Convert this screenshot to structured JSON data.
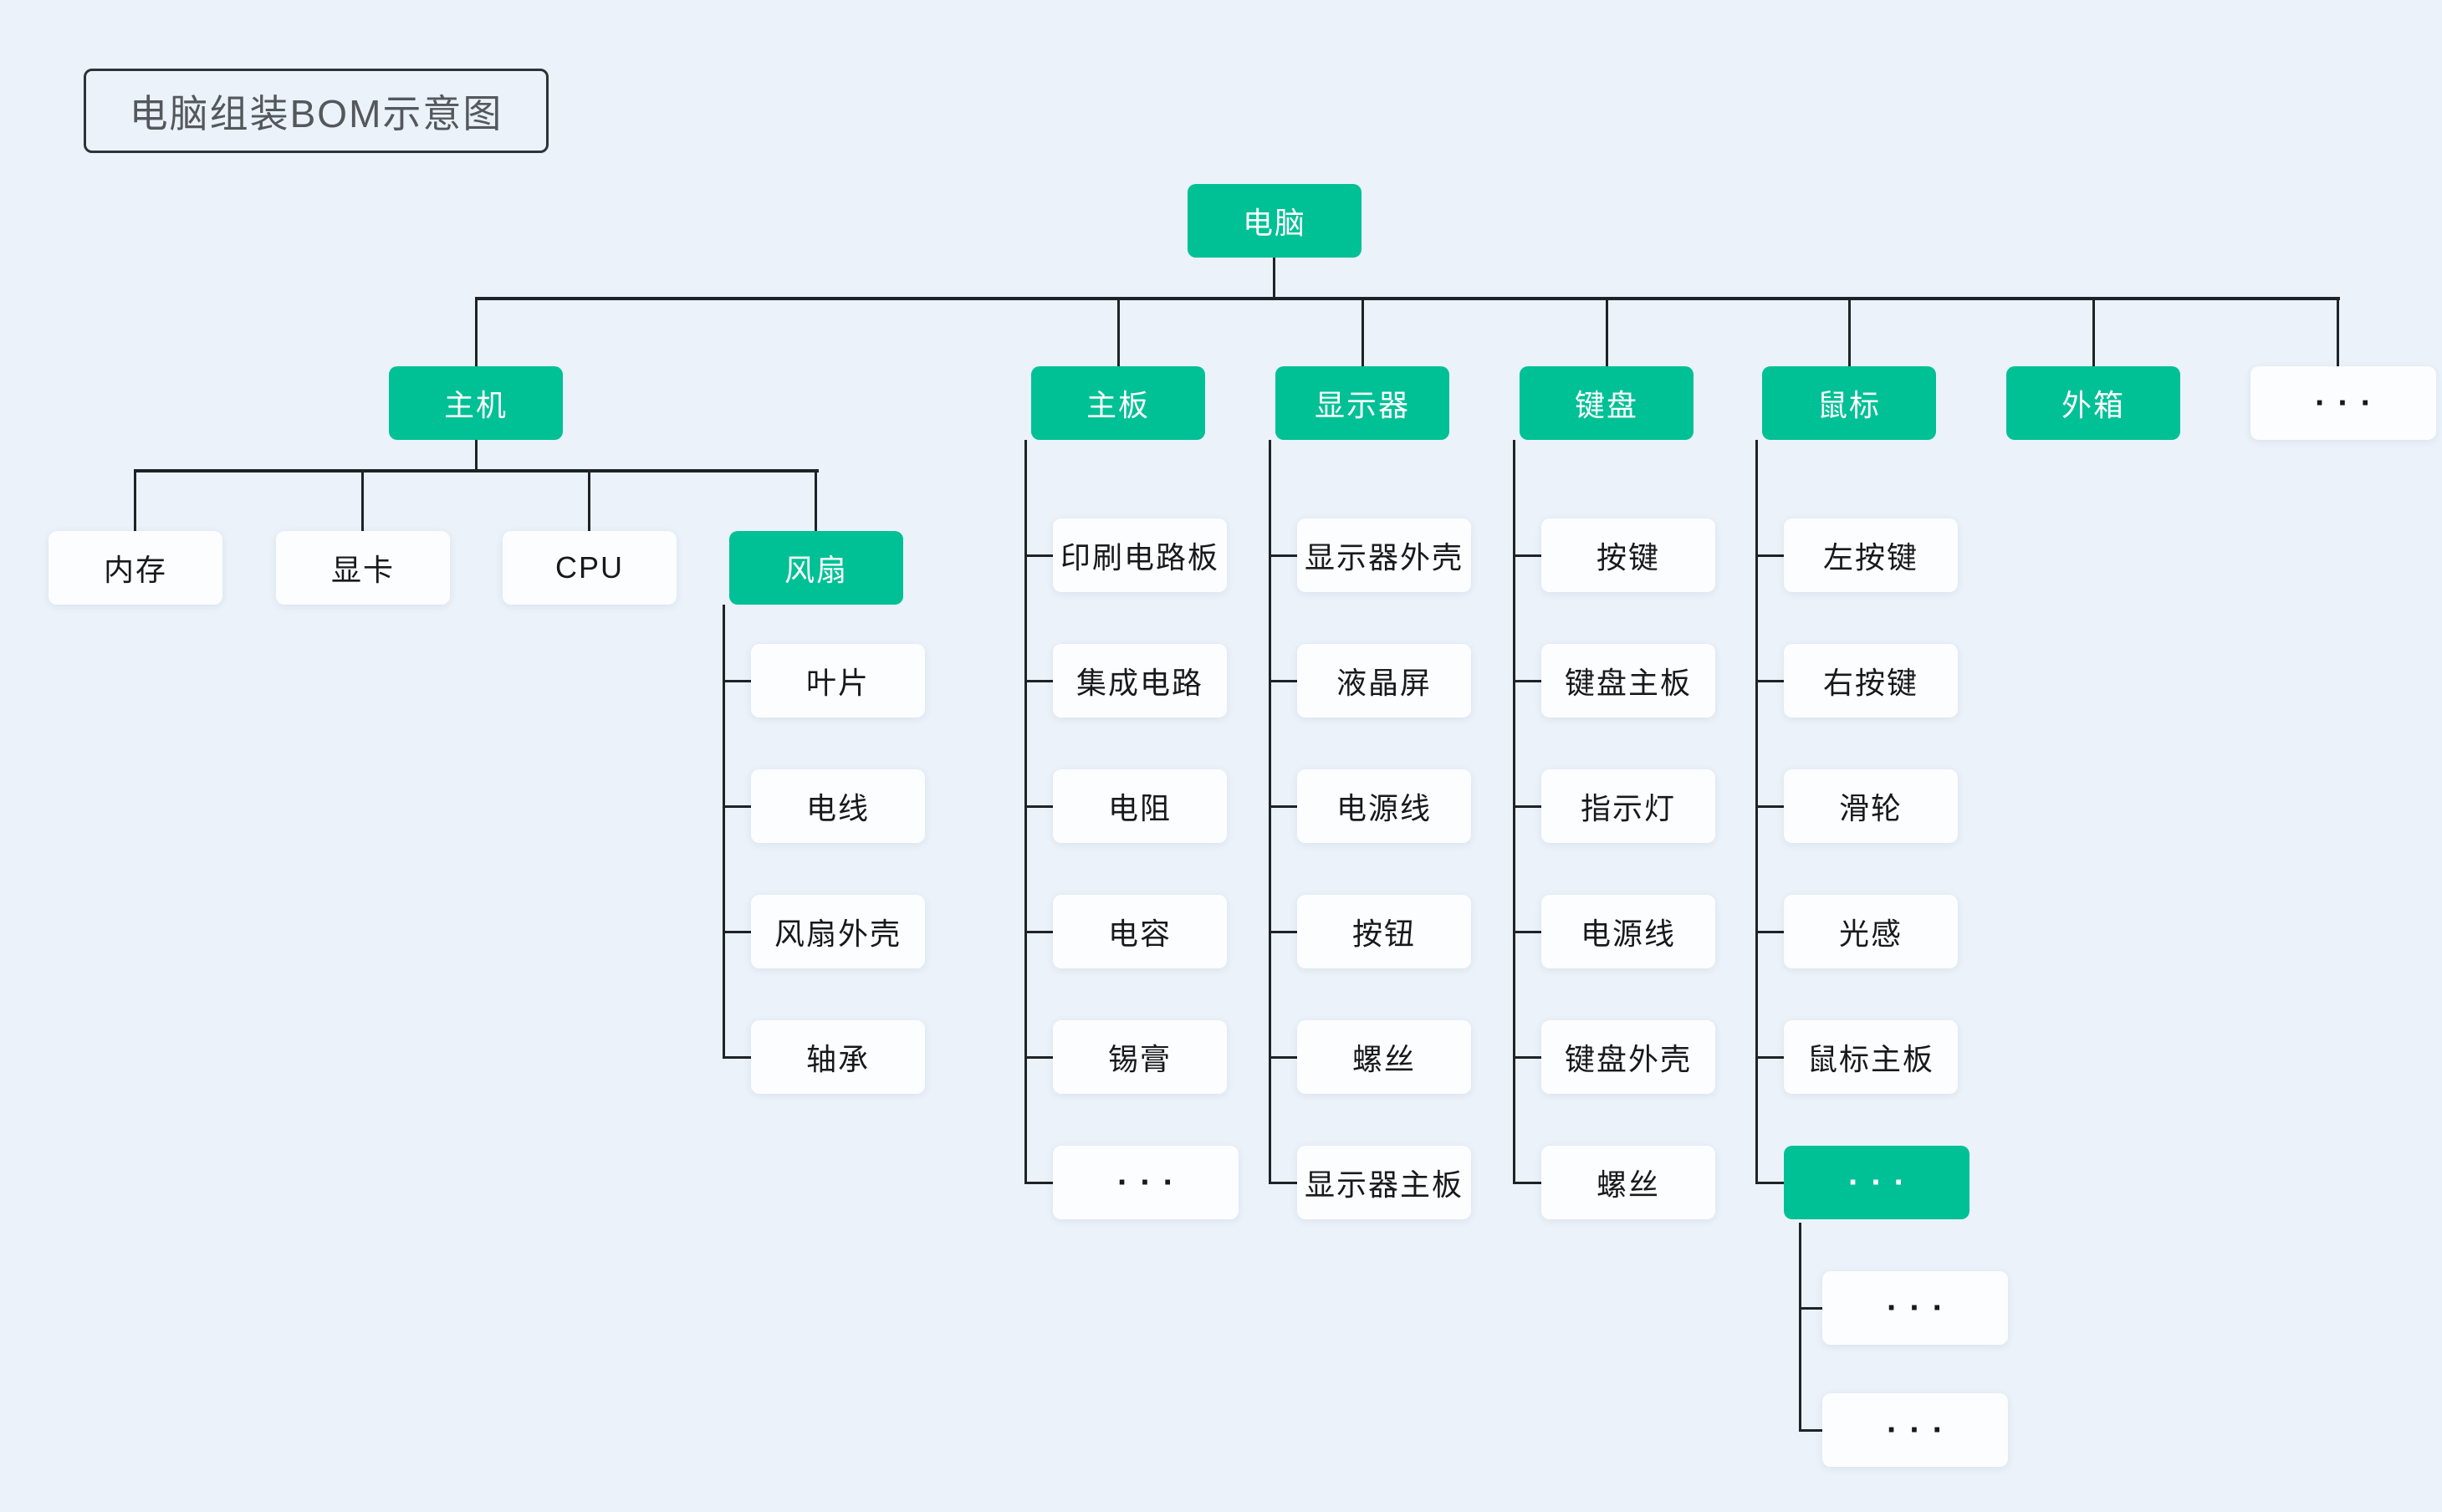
{
  "title": "电脑组装BOM示意图",
  "colors": {
    "accent_green": "#00C096",
    "background": "#EBF2FA",
    "connector_line": "#1F2328",
    "node_white": "#FCFDFF",
    "node_text_dark": "#17191C",
    "node_text_light": "#FFFFFF",
    "title_text": "#54585D"
  },
  "tree": {
    "root": {
      "label": "电脑",
      "variant": "green"
    },
    "level2": [
      {
        "label": "主机",
        "variant": "green"
      },
      {
        "label": "主板",
        "variant": "green"
      },
      {
        "label": "显示器",
        "variant": "green"
      },
      {
        "label": "键盘",
        "variant": "green"
      },
      {
        "label": "鼠标",
        "variant": "green"
      },
      {
        "label": "外箱",
        "variant": "green"
      },
      {
        "label": "···",
        "variant": "white"
      }
    ],
    "host_children": [
      {
        "label": "内存",
        "variant": "white"
      },
      {
        "label": "显卡",
        "variant": "white"
      },
      {
        "label": "CPU",
        "variant": "white"
      },
      {
        "label": "风扇",
        "variant": "green"
      }
    ],
    "fan_children": [
      {
        "label": "叶片",
        "variant": "white"
      },
      {
        "label": "电线",
        "variant": "white"
      },
      {
        "label": "风扇外壳",
        "variant": "white"
      },
      {
        "label": "轴承",
        "variant": "white"
      }
    ],
    "mainboard_children": [
      {
        "label": "印刷电路板",
        "variant": "white"
      },
      {
        "label": "集成电路",
        "variant": "white"
      },
      {
        "label": "电阻",
        "variant": "white"
      },
      {
        "label": "电容",
        "variant": "white"
      },
      {
        "label": "锡膏",
        "variant": "white"
      },
      {
        "label": "···",
        "variant": "white"
      }
    ],
    "monitor_children": [
      {
        "label": "显示器外壳",
        "variant": "white"
      },
      {
        "label": "液晶屏",
        "variant": "white"
      },
      {
        "label": "电源线",
        "variant": "white"
      },
      {
        "label": "按钮",
        "variant": "white"
      },
      {
        "label": "螺丝",
        "variant": "white"
      },
      {
        "label": "显示器主板",
        "variant": "white"
      }
    ],
    "keyboard_children": [
      {
        "label": "按键",
        "variant": "white"
      },
      {
        "label": "键盘主板",
        "variant": "white"
      },
      {
        "label": "指示灯",
        "variant": "white"
      },
      {
        "label": "电源线",
        "variant": "white"
      },
      {
        "label": "键盘外壳",
        "variant": "white"
      },
      {
        "label": "螺丝",
        "variant": "white"
      }
    ],
    "mouse_children": [
      {
        "label": "左按键",
        "variant": "white"
      },
      {
        "label": "右按键",
        "variant": "white"
      },
      {
        "label": "滑轮",
        "variant": "white"
      },
      {
        "label": "光感",
        "variant": "white"
      },
      {
        "label": "鼠标主板",
        "variant": "white"
      },
      {
        "label": "···",
        "variant": "green"
      }
    ],
    "mouse_more_children": [
      {
        "label": "···",
        "variant": "white"
      },
      {
        "label": "···",
        "variant": "white"
      }
    ]
  }
}
